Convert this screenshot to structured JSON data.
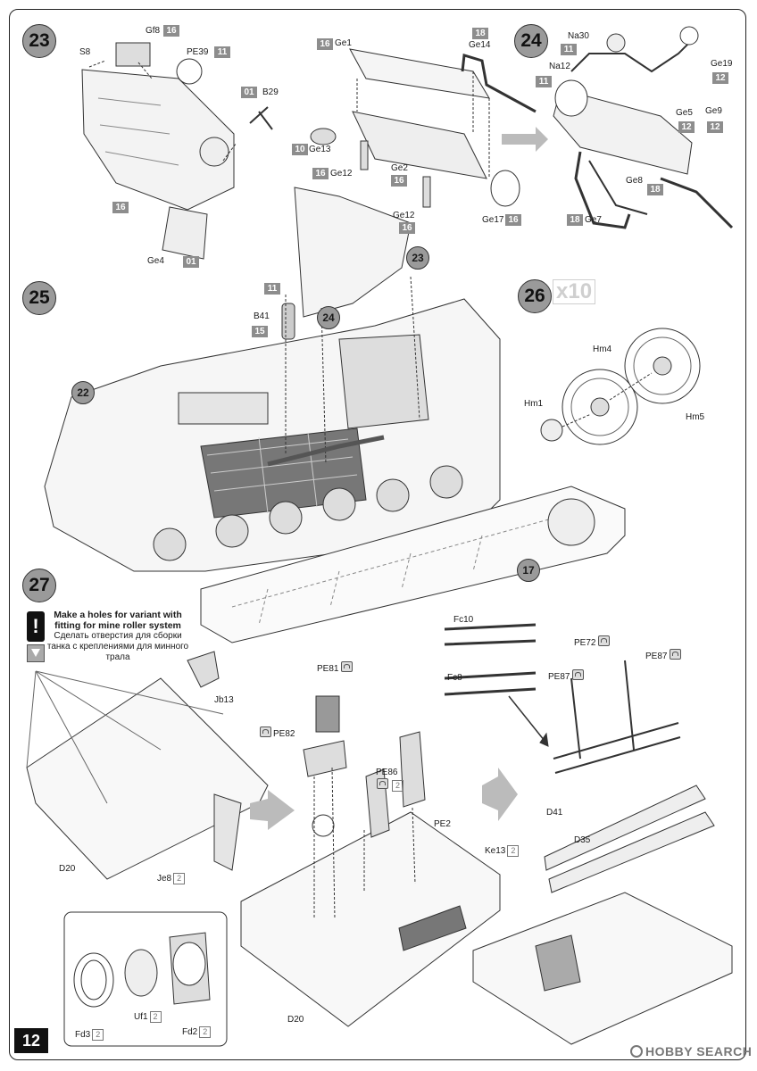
{
  "page_number": "12",
  "steps": {
    "s23": "23",
    "s24": "24",
    "s25": "25",
    "s26": "26",
    "s27": "27",
    "s26_multiplier": "x10"
  },
  "callouts": {
    "c23": "23",
    "c24": "24",
    "c22": "22",
    "c17": "17"
  },
  "step23": {
    "gf8": "Gf8",
    "gf8_sprue": "16",
    "s8": "S8",
    "pe39": "PE39",
    "pe39_sprue": "11",
    "b29_sprue": "01",
    "b29": "B29",
    "body_sprue": "16",
    "ge4": "Ge4",
    "ge4_sprue": "01"
  },
  "step23b": {
    "ge1_sprue": "16",
    "ge1": "Ge1",
    "ge14_sprue": "18",
    "ge14": "Ge14",
    "ge13_sprue": "10",
    "ge13": "Ge13",
    "ge12a_sprue": "16",
    "ge12a": "Ge12",
    "ge2": "Ge2",
    "ge2_sprue": "16",
    "ge12b": "Ge12",
    "ge12b_sprue": "16",
    "ge17": "Ge17",
    "ge17_sprue": "16"
  },
  "step24": {
    "na30": "Na30",
    "na30_sprue": "11",
    "na12": "Na12",
    "na12_sprue": "11",
    "ge19": "Ge19",
    "ge19_sprue": "12",
    "ge5": "Ge5",
    "ge5_sprue": "12",
    "ge9": "Ge9",
    "ge9_sprue": "12",
    "ge8": "Ge8",
    "ge8_sprue": "18",
    "ge7_sprue": "18",
    "ge7": "Ge7"
  },
  "step25": {
    "b41_sprue_top": "11",
    "b41": "B41",
    "b41_sprue": "15"
  },
  "step26": {
    "hm4": "Hm4",
    "hm1": "Hm1",
    "hm5": "Hm5"
  },
  "step27": {
    "warning_en": "Make a holes for variant with fitting for mine roller system",
    "warning_ru": "Сделать отверстия  для сборки танка с  креплениями для минного трала",
    "warn_mark": "!",
    "jb13": "Jb13",
    "d20a": "D20",
    "je8": "Je8",
    "je8_sprue": "2",
    "fd3": "Fd3",
    "fd3_sprue": "2",
    "uf1": "Uf1",
    "uf1_sprue": "2",
    "fd2": "Fd2",
    "fd2_sprue": "2",
    "pe81": "PE81",
    "pe82": "PE82",
    "pe86": "PE86",
    "pe86_sprue": "2",
    "pe2": "PE2",
    "ke13": "Ke13",
    "ke13_sprue": "2",
    "d20b": "D20",
    "fc10": "Fc10",
    "fc8": "Fc8",
    "pe72": "PE72",
    "pe87a": "PE87",
    "pe87b": "PE87",
    "d41": "D41",
    "d35": "D35"
  },
  "watermark": "HOBBY SEARCH"
}
